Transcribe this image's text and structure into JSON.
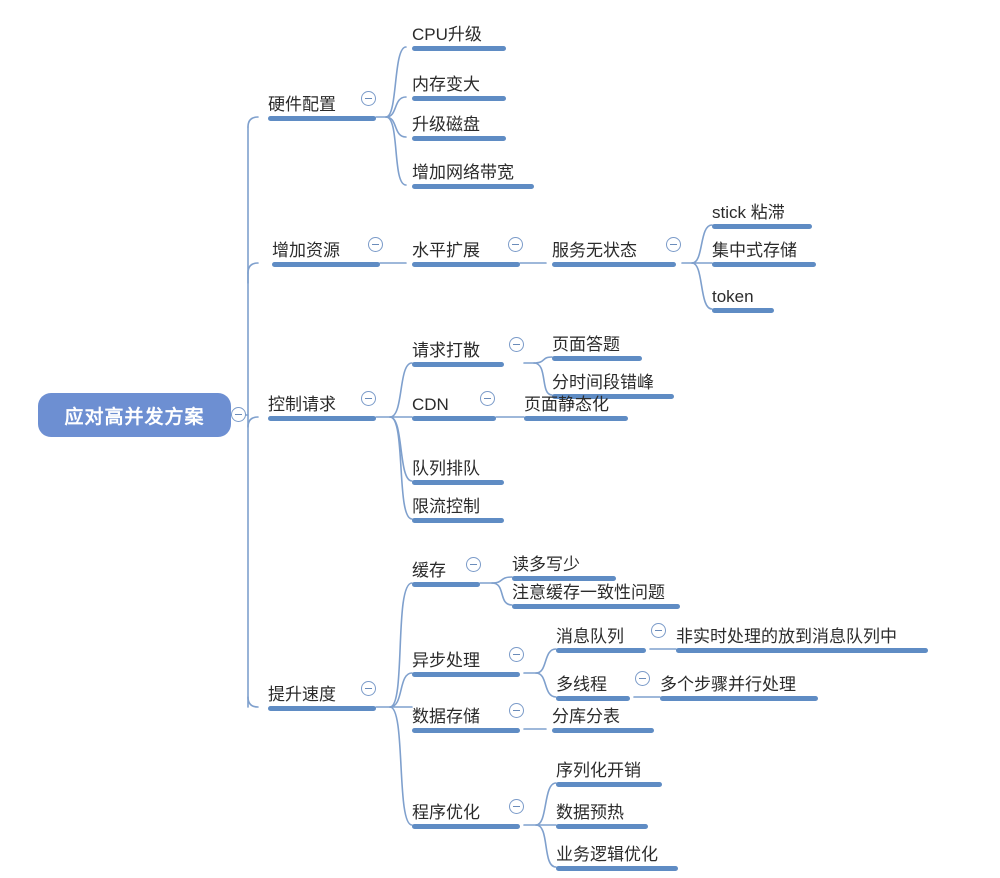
{
  "document": {
    "type": "mind-map",
    "title": "应对高并发方案",
    "background_color": "#ffffff",
    "accent_color": "#5f8cc4",
    "root_fill_color": "#6d8fd2",
    "root_text_color": "#ffffff",
    "text_color": "#2b2b2b",
    "toggle_icon": "collapse-minus-circle"
  },
  "root": {
    "label": "应对高并发方案",
    "toggle": "−"
  },
  "branches": [
    {
      "id": "hardware",
      "label": "硬件配置",
      "toggle": "−",
      "children": [
        {
          "label": "CPU升级"
        },
        {
          "label": "内存变大"
        },
        {
          "label": "升级磁盘"
        },
        {
          "label": "增加网络带宽"
        }
      ]
    },
    {
      "id": "resources",
      "label": "增加资源",
      "toggle": "−",
      "children": [
        {
          "label": "水平扩展",
          "toggle": "−",
          "children": [
            {
              "label": "服务无状态",
              "toggle": "−",
              "children": [
                {
                  "label": "stick 粘滞"
                },
                {
                  "label": "集中式存储"
                },
                {
                  "label": "token"
                }
              ]
            }
          ]
        }
      ]
    },
    {
      "id": "control-requests",
      "label": "控制请求",
      "toggle": "−",
      "children": [
        {
          "label": "请求打散",
          "toggle": "−",
          "children": [
            {
              "label": "页面答题"
            },
            {
              "label": "分时间段错峰"
            }
          ]
        },
        {
          "label": "CDN",
          "toggle": "−",
          "children": [
            {
              "label": "页面静态化"
            }
          ]
        },
        {
          "label": "队列排队"
        },
        {
          "label": "限流控制"
        }
      ]
    },
    {
      "id": "speed",
      "label": "提升速度",
      "toggle": "−",
      "children": [
        {
          "label": "缓存",
          "toggle": "−",
          "children": [
            {
              "label": "读多写少"
            },
            {
              "label": "注意缓存一致性问题"
            }
          ]
        },
        {
          "label": "异步处理",
          "toggle": "−",
          "children": [
            {
              "label": "消息队列",
              "toggle": "−",
              "children": [
                {
                  "label": "非实时处理的放到消息队列中"
                }
              ]
            },
            {
              "label": "多线程",
              "toggle": "−",
              "children": [
                {
                  "label": "多个步骤并行处理"
                }
              ]
            }
          ]
        },
        {
          "label": "数据存储",
          "toggle": "−",
          "children": [
            {
              "label": "分库分表"
            }
          ]
        },
        {
          "label": "程序优化",
          "toggle": "−",
          "children": [
            {
              "label": "序列化开销"
            },
            {
              "label": "数据预热"
            },
            {
              "label": "业务逻辑优化"
            }
          ]
        }
      ]
    }
  ]
}
